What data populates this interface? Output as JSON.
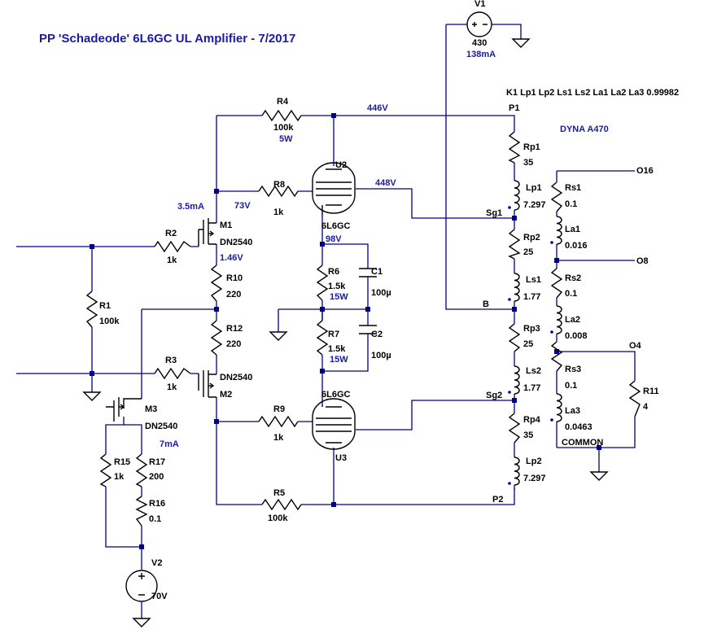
{
  "title": "PP 'Schadeode' 6L6GC UL Amplifier - 7/2017",
  "coupling_directive": "K1 Lp1 Lp2 Ls1 Ls2 La1 La2 La3 0.99982",
  "transformer_label": "DYNA A470",
  "components": {
    "V1": {
      "name": "V1",
      "value": "430"
    },
    "V2": {
      "name": "V2",
      "value": "70V"
    },
    "R1": {
      "name": "R1",
      "value": "100k"
    },
    "R2": {
      "name": "R2",
      "value": "1k"
    },
    "R3": {
      "name": "R3",
      "value": "1k"
    },
    "R4": {
      "name": "R4",
      "value": "100k",
      "extra": "5W"
    },
    "R5": {
      "name": "R5",
      "value": "100k"
    },
    "R6": {
      "name": "R6",
      "value": "1.5k",
      "extra": "15W"
    },
    "R7": {
      "name": "R7",
      "value": "1.5k",
      "extra": "15W"
    },
    "R8": {
      "name": "R8",
      "value": "1k"
    },
    "R9": {
      "name": "R9",
      "value": "1k"
    },
    "R10": {
      "name": "R10",
      "value": "220"
    },
    "R11": {
      "name": "R11",
      "value": "4"
    },
    "R12": {
      "name": "R12",
      "value": "220"
    },
    "R15": {
      "name": "R15",
      "value": "1k"
    },
    "R16": {
      "name": "R16",
      "value": "0.1"
    },
    "R17": {
      "name": "R17",
      "value": "200"
    },
    "C1": {
      "name": "C1",
      "value": "100µ"
    },
    "C2": {
      "name": "C2",
      "value": "100µ"
    },
    "M1": {
      "name": "M1",
      "value": "DN2540"
    },
    "M2": {
      "name": "M2",
      "value": "DN2540"
    },
    "M3": {
      "name": "M3",
      "value": "DN2540"
    },
    "U2": {
      "name": "U2",
      "value": "6L6GC"
    },
    "U3": {
      "name": "U3",
      "value": "6L6GC"
    },
    "Rp1": {
      "name": "Rp1",
      "value": "35"
    },
    "Lp1": {
      "name": "Lp1",
      "value": "7.297"
    },
    "Rp2": {
      "name": "Rp2",
      "value": "25"
    },
    "Ls1": {
      "name": "Ls1",
      "value": "1.77"
    },
    "Rp3": {
      "name": "Rp3",
      "value": "25"
    },
    "Ls2": {
      "name": "Ls2",
      "value": "1.77"
    },
    "Rp4": {
      "name": "Rp4",
      "value": "35"
    },
    "Lp2": {
      "name": "Lp2",
      "value": "7.297"
    },
    "Rs1": {
      "name": "Rs1",
      "value": "0.1"
    },
    "La1": {
      "name": "La1",
      "value": "0.016"
    },
    "Rs2": {
      "name": "Rs2",
      "value": "0.1"
    },
    "La2": {
      "name": "La2",
      "value": "0.008"
    },
    "Rs3": {
      "name": "Rs3",
      "value": "0.1"
    },
    "La3": {
      "name": "La3",
      "value": "0.0463"
    }
  },
  "nets": {
    "P1": "P1",
    "P2": "P2",
    "Sg1": "Sg1",
    "Sg2": "Sg2",
    "B": "B",
    "O16": "O16",
    "O8": "O8",
    "O4": "O4",
    "COMMON": "COMMON"
  },
  "annotations": {
    "v1_current": "138mA",
    "plate_voltage": "446V",
    "screen_voltage": "448V",
    "m1_current": "3.5mA",
    "m1_gate_voltage": "73V",
    "m1_source_voltage": "1.46V",
    "cathode_voltage": "98V",
    "m3_current": "7mA"
  }
}
